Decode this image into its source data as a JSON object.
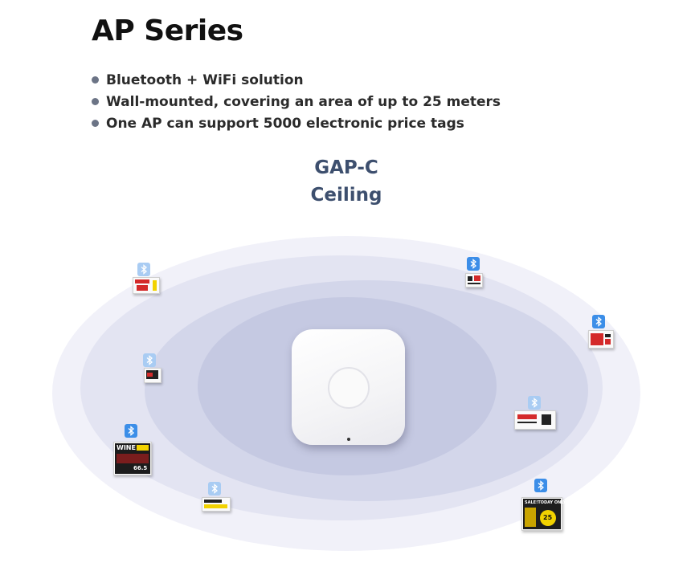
{
  "header": {
    "title": "AP Series"
  },
  "features": [
    "Bluetooth + WiFi solution",
    "Wall-mounted, covering an area of up to 25 meters",
    "One AP can support 5000 electronic price tags"
  ],
  "product": {
    "model": "GAP-C",
    "mount": "Ceiling"
  },
  "tags": {
    "wine_label": "WINE",
    "wine_price": "66.5",
    "sale_label": "SALE!TODAY ONLY",
    "sale_price": "25"
  },
  "colors": {
    "title": "#111111",
    "model_text": "#3d4f6e",
    "bluetooth": "#3c8ee8",
    "coverage_rings": [
      "#f1f1f9",
      "#e3e4f2",
      "#d3d6ea",
      "#c5c9e2"
    ]
  },
  "icons": [
    "bluetooth-icon",
    "access-point-device",
    "electronic-price-tag"
  ]
}
